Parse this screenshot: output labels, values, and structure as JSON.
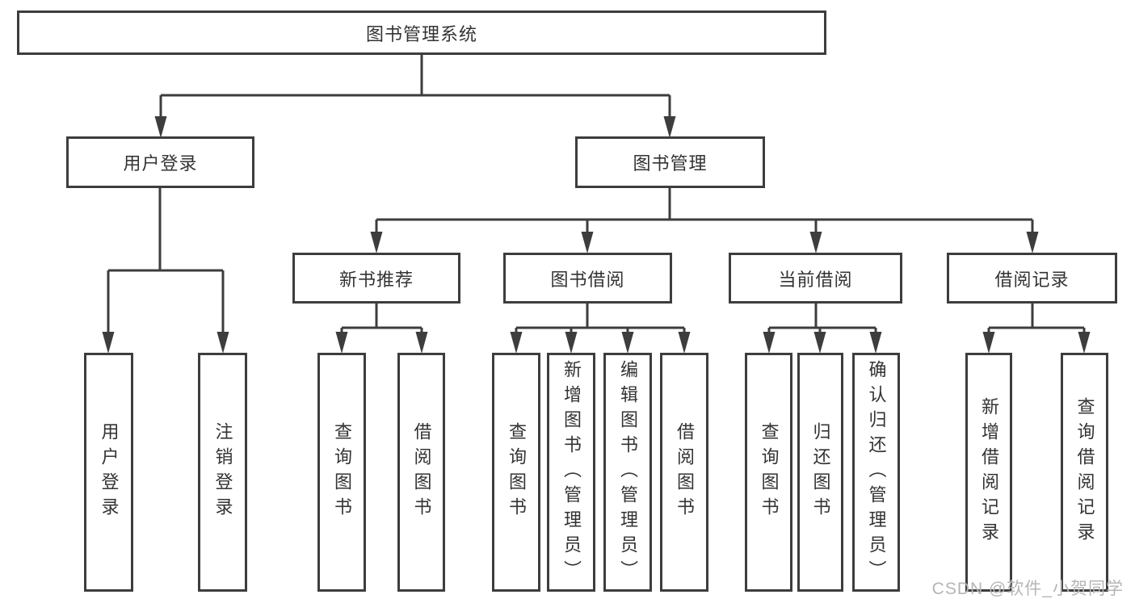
{
  "diagram": {
    "title": "图书管理系统",
    "level2": [
      "用户登录",
      "图书管理"
    ],
    "level3": [
      "新书推荐",
      "图书借阅",
      "当前借阅",
      "借阅记录"
    ],
    "leaves": {
      "user_login": [
        "用户登录",
        "注销登录"
      ],
      "new_book": [
        "查询图书",
        "借阅图书"
      ],
      "book_borrow": [
        "查询图书",
        "新增图书（管理员）",
        "编辑图书（管理员）",
        "借阅图书"
      ],
      "current_borrow": [
        "查询图书",
        "归还图书",
        "确认归还（管理员）"
      ],
      "borrow_records": [
        "新增借阅记录",
        "查询借阅记录"
      ]
    }
  },
  "watermark": {
    "text": "CSDN @软件_小贺同学"
  },
  "colors": {
    "line": "#3d3d3d",
    "text": "#333333",
    "background": "#ffffff",
    "watermark": "#b5b5b5"
  }
}
